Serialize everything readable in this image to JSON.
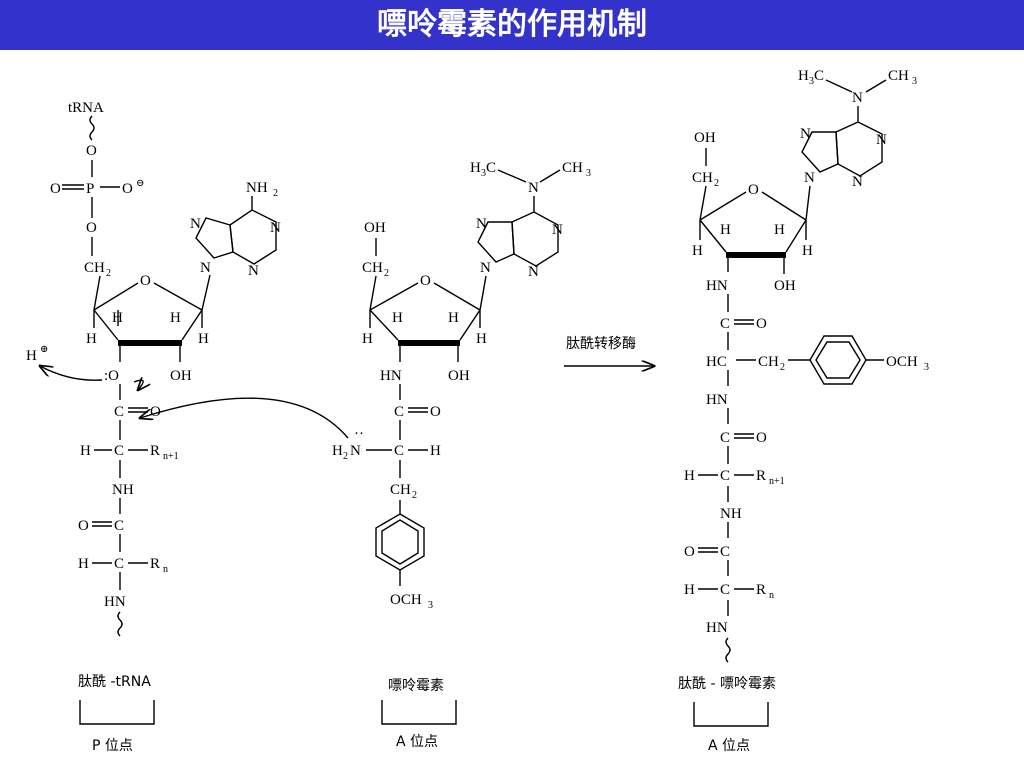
{
  "title": "嘌呤霉素的作用机制",
  "colors": {
    "title_bar": "#3333cc",
    "title_text": "#ffffff"
  },
  "left_molecule": {
    "trna": "tRNA",
    "caption": "肽酰 -tRNA",
    "site": "P 位点",
    "proton": "H",
    "charge_plus": "⊕",
    "charge_minus": "⊖",
    "nh2": "NH",
    "nh2_sub": "2",
    "rn1": "R",
    "rn1_sub": "n+1",
    "rn": "R",
    "rn_sub": "n"
  },
  "middle_molecule": {
    "dimethyl_left": "H",
    "dimethyl_right": "CH",
    "caption": "嘌呤霉素",
    "site": "A  位点",
    "och3": "OCH"
  },
  "arrow": {
    "label": "肽酰转移酶"
  },
  "right_molecule": {
    "caption": "肽酰 - 嘌呤霉素",
    "site": "A 位点",
    "och3": "OCH",
    "rn1": "R",
    "rn1_sub": "n+1",
    "rn": "R",
    "rn_sub": "n"
  },
  "atoms": {
    "O": "O",
    "P": "P",
    "N": "N",
    "H": "H",
    "C": "C",
    "OH": "OH",
    "CH2": "CH",
    "NH": "NH",
    "HN": "HN",
    "HC": "HC",
    "H2N": "H"
  }
}
